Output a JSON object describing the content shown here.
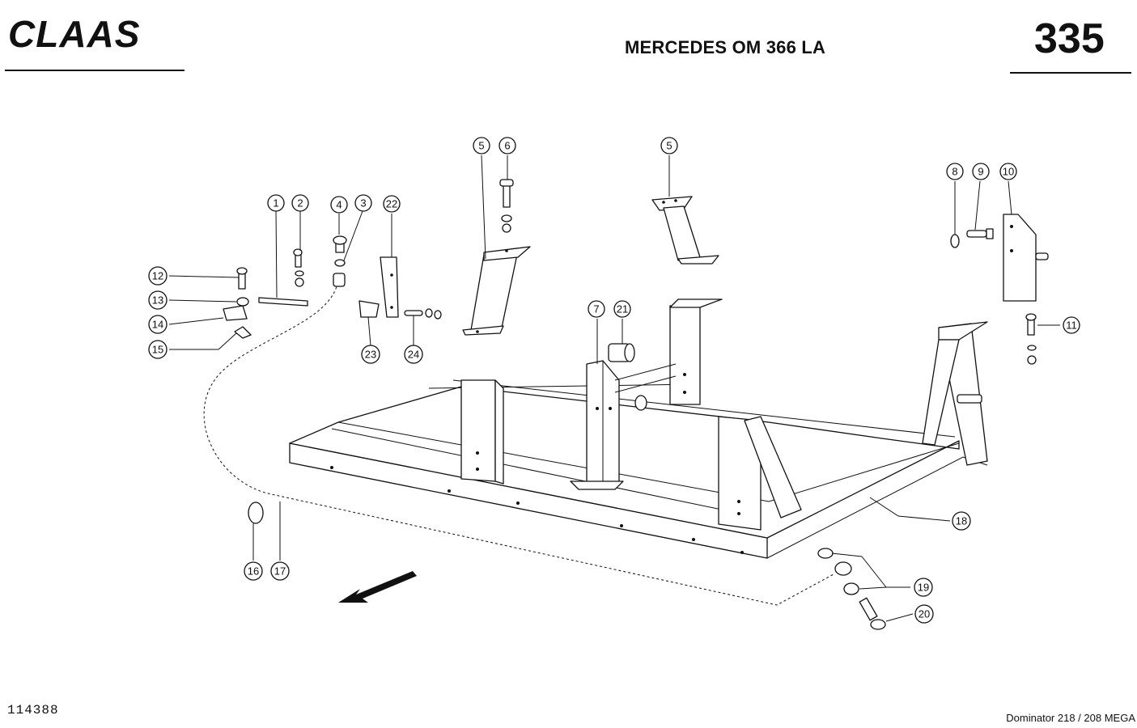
{
  "header": {
    "brand": "CLAAS",
    "title": "MERCEDES OM 366 LA",
    "page_number": "335"
  },
  "footer": {
    "document_number": "114388",
    "model": "Dominator 218 / 208 MEGA"
  },
  "callouts": [
    "1",
    "2",
    "3",
    "4",
    "5",
    "5",
    "6",
    "7",
    "8",
    "9",
    "10",
    "11",
    "12",
    "13",
    "14",
    "15",
    "16",
    "17",
    "18",
    "19",
    "20",
    "21",
    "22",
    "23",
    "24"
  ]
}
